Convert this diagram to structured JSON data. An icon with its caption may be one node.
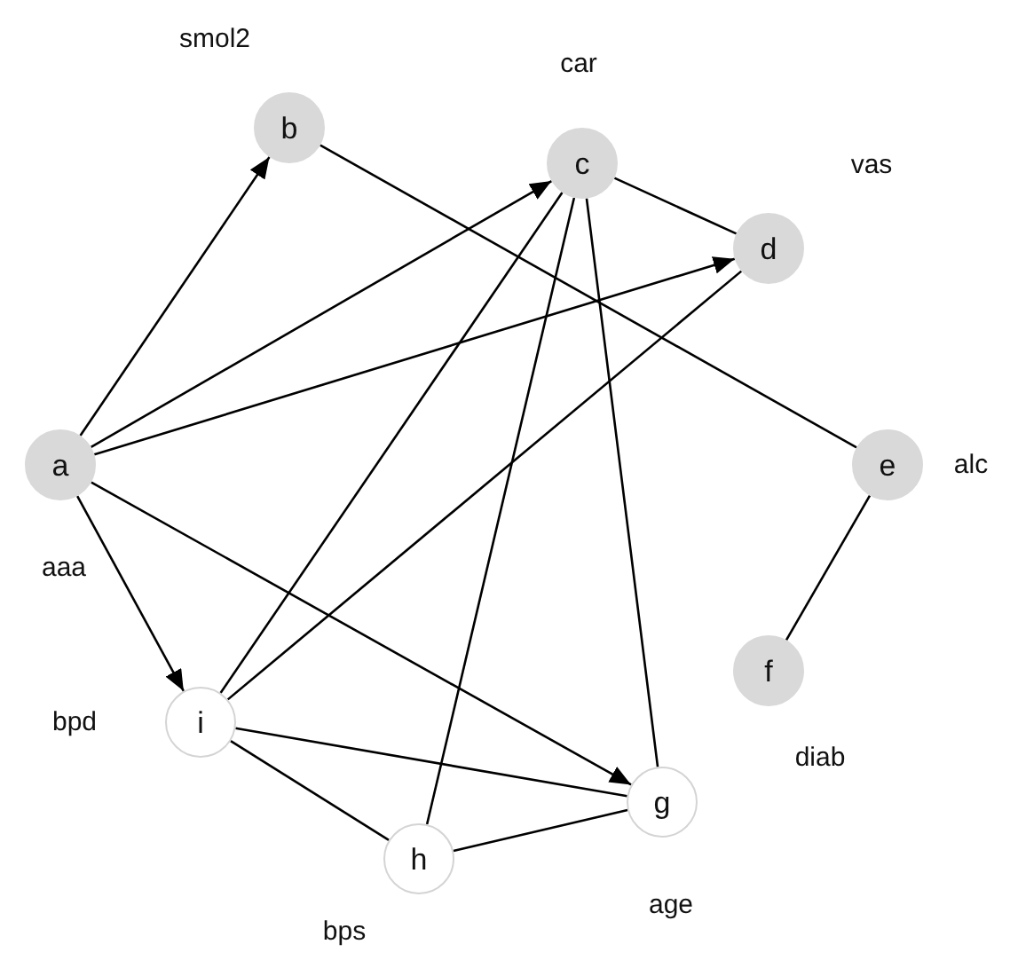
{
  "diagram": {
    "nodes": [
      {
        "text": [
          "a"
        ],
        "beside": [
          "aaa"
        ]
      },
      {
        "text": [
          "b"
        ],
        "beside": [
          "smol2"
        ]
      },
      {
        "text": [
          "c"
        ],
        "beside": [
          "car"
        ]
      },
      {
        "text": [
          "d"
        ],
        "beside": [
          "vas"
        ]
      },
      {
        "text": [
          "e"
        ],
        "beside": [
          "alc"
        ]
      },
      {
        "text": [
          "f"
        ],
        "beside": [
          "diab"
        ]
      },
      {
        "text": [
          "g"
        ],
        "beside": [
          "age"
        ]
      },
      {
        "text": [
          "h"
        ],
        "beside": [
          "bps"
        ]
      },
      {
        "text": [
          "i"
        ],
        "beside": [
          "bpd"
        ]
      }
    ],
    "edges": [
      {
        "from": 0,
        "to": 1,
        "arrow": "to"
      },
      {
        "from": 0,
        "to": 2,
        "arrow": "to"
      },
      {
        "from": 0,
        "to": 3,
        "arrow": "to"
      },
      {
        "from": 0,
        "to": 8,
        "arrow": "to"
      },
      {
        "from": 0,
        "to": 6,
        "arrow": "to"
      },
      {
        "from": 1,
        "to": 4,
        "arrow": "none"
      },
      {
        "from": 2,
        "to": 3,
        "arrow": "none"
      },
      {
        "from": 2,
        "to": 8,
        "arrow": "none"
      },
      {
        "from": 2,
        "to": 7,
        "arrow": "none"
      },
      {
        "from": 2,
        "to": 6,
        "arrow": "none"
      },
      {
        "from": 3,
        "to": 8,
        "arrow": "none"
      },
      {
        "from": 4,
        "to": 5,
        "arrow": "none"
      },
      {
        "from": 8,
        "to": 6,
        "arrow": "none"
      },
      {
        "from": 8,
        "to": 7,
        "arrow": "none"
      },
      {
        "from": 7,
        "to": 6,
        "arrow": "none"
      }
    ]
  }
}
